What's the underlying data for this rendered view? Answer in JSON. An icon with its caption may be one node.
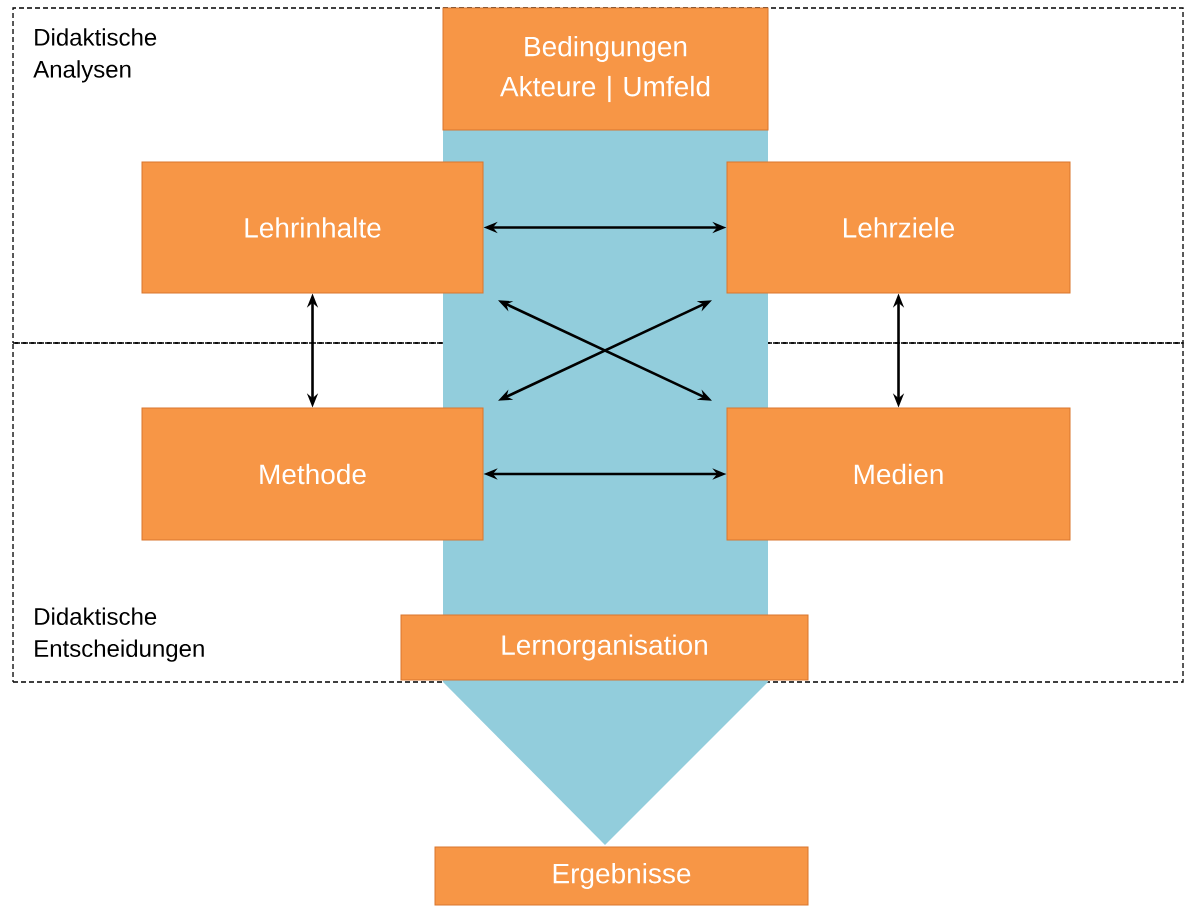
{
  "diagram": {
    "nodes": [
      {
        "text": [
          "Didaktische Analysen"
        ]
      },
      {
        "text": [
          "Bedingungen Akteure | Umfeld"
        ],
        "in": 0
      },
      {
        "text": [
          "Lehrinhalte"
        ],
        "in": 0
      },
      {
        "text": [
          "Lehrziele"
        ],
        "in": 0
      },
      {
        "text": [
          "Didaktische Entscheidungen"
        ]
      },
      {
        "text": [
          "Methode"
        ],
        "in": 4
      },
      {
        "text": [
          "Medien"
        ],
        "in": 4
      },
      {
        "text": [
          "Lernorganisation"
        ],
        "in": 4
      },
      {
        "text": [
          "Ergebnisse"
        ]
      }
    ],
    "edges": [
      {
        "from": 2,
        "to": 3,
        "arrow": "both"
      },
      {
        "from": 2,
        "to": 5,
        "arrow": "both"
      },
      {
        "from": 3,
        "to": 6,
        "arrow": "both"
      },
      {
        "from": 2,
        "to": 6,
        "arrow": "both"
      },
      {
        "from": 3,
        "to": 5,
        "arrow": "both"
      },
      {
        "from": 5,
        "to": 6,
        "arrow": "both"
      }
    ]
  }
}
